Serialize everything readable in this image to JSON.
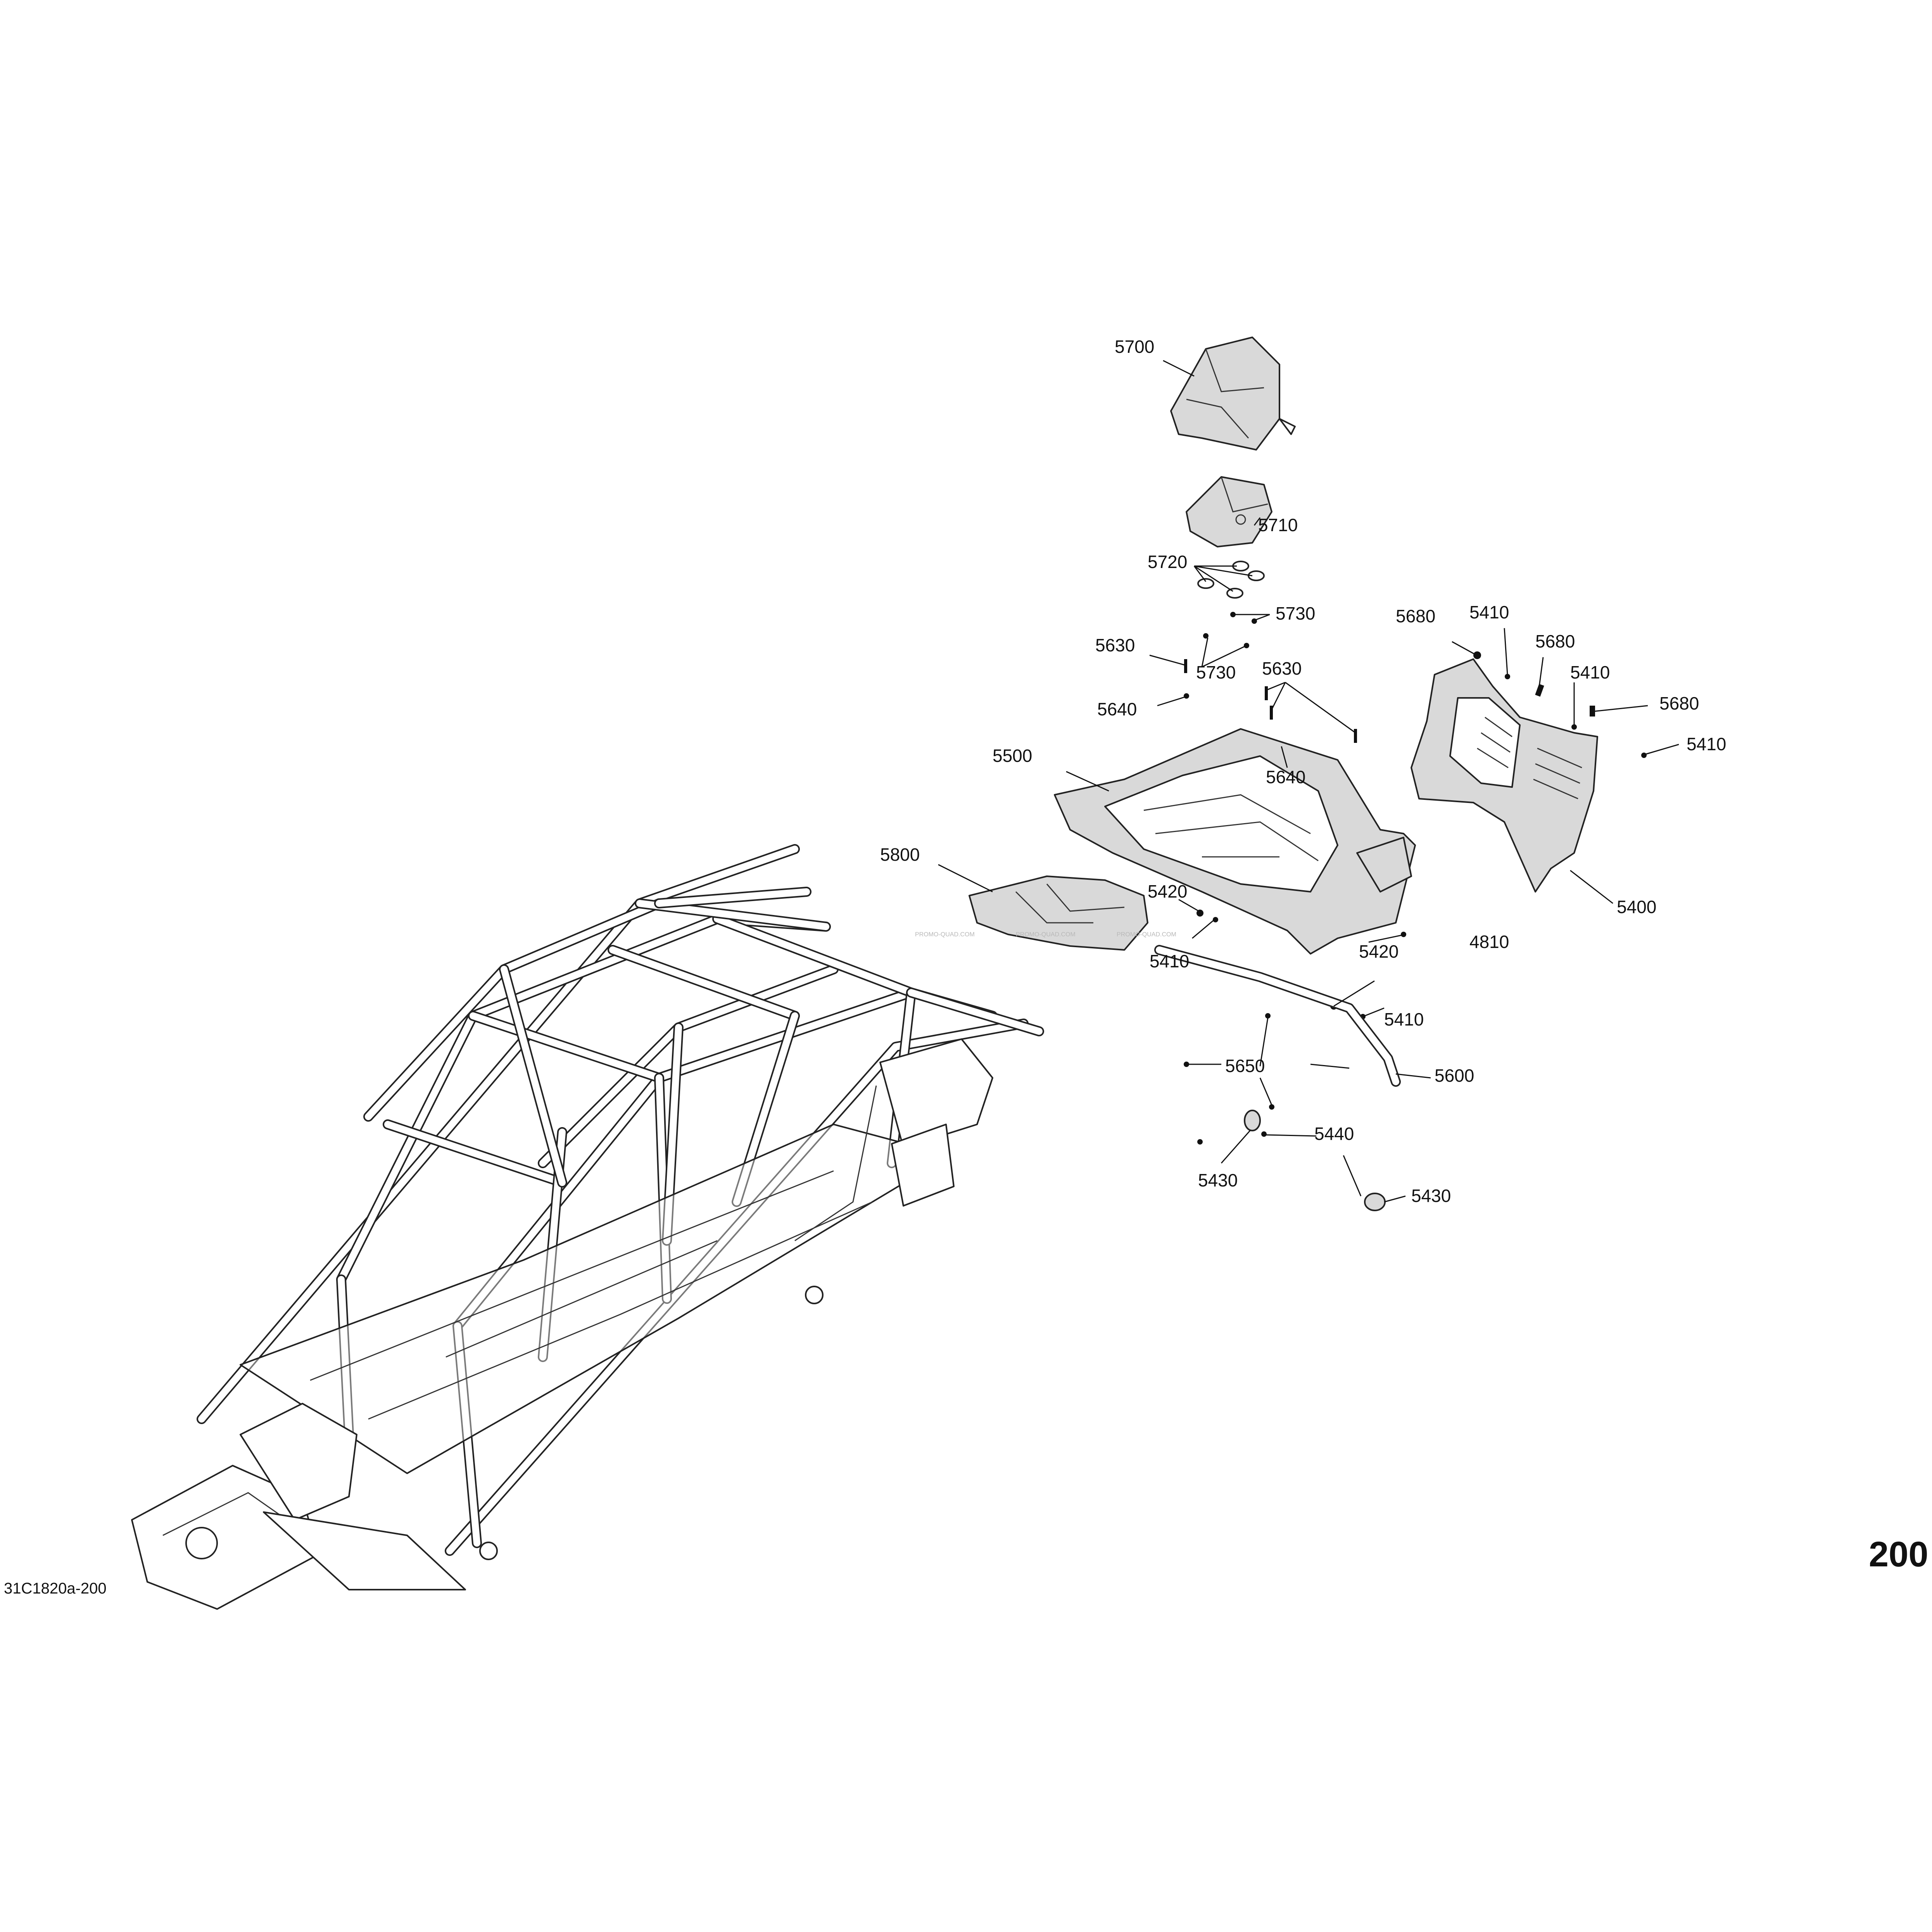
{
  "page_number": "200",
  "figure_ref": "31C1820a-200",
  "watermark": "PROMO-QUAD.COM",
  "callouts": {
    "c5700": "5700",
    "c5710": "5710",
    "c5720": "5720",
    "c5730a": "5730",
    "c5730b": "5730",
    "c5630a": "5630",
    "c5630b": "5630",
    "c5640a": "5640",
    "c5640b": "5640",
    "c5680a": "5680",
    "c5680b": "5680",
    "c5680c": "5680",
    "c5410a": "5410",
    "c5410b": "5410",
    "c5410c": "5410",
    "c5410d": "5410",
    "c5410e": "5410",
    "c5500": "5500",
    "c5800": "5800",
    "c5420a": "5420",
    "c5420b": "5420",
    "c4810": "4810",
    "c5400": "5400",
    "c5650": "5650",
    "c5600": "5600",
    "c5440": "5440",
    "c5430a": "5430",
    "c5430b": "5430"
  }
}
